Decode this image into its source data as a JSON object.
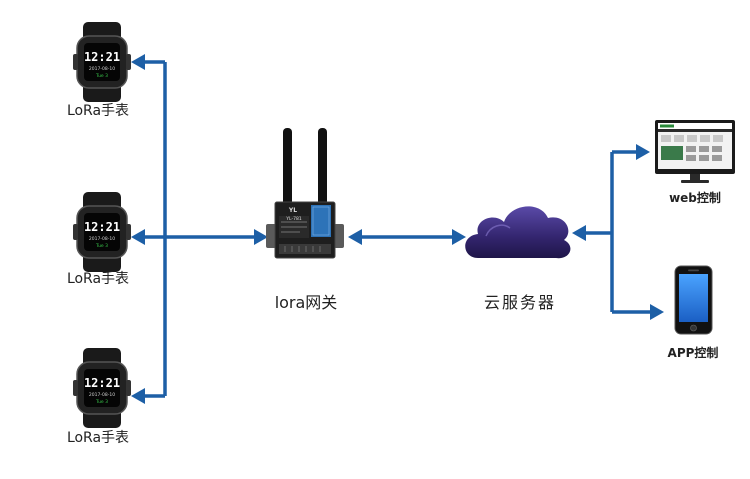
{
  "colors": {
    "arrow": "#1d5fa6",
    "cloud": "#3a2a7a",
    "device_dark": "#1c1c1c",
    "gateway_blue": "#2d73b8"
  },
  "watches": [
    {
      "label": "LoRa手表",
      "time": "12:21",
      "date": "2017-08-10",
      "status": "Tue 3"
    },
    {
      "label": "LoRa手表",
      "time": "12:21",
      "date": "2017-08-10",
      "status": "Tue 3"
    },
    {
      "label": "LoRa手表",
      "time": "12:21",
      "date": "2017-08-10",
      "status": "Tue 3"
    }
  ],
  "gateway": {
    "label": "lora网关",
    "model": "YL-781",
    "brand": "YL"
  },
  "cloud": {
    "label": "云服务器"
  },
  "web": {
    "label": "web控制"
  },
  "app": {
    "label": "APP控制"
  },
  "icons": [
    "watch-icon",
    "gateway-icon",
    "cloud-icon",
    "monitor-icon",
    "phone-icon"
  ]
}
